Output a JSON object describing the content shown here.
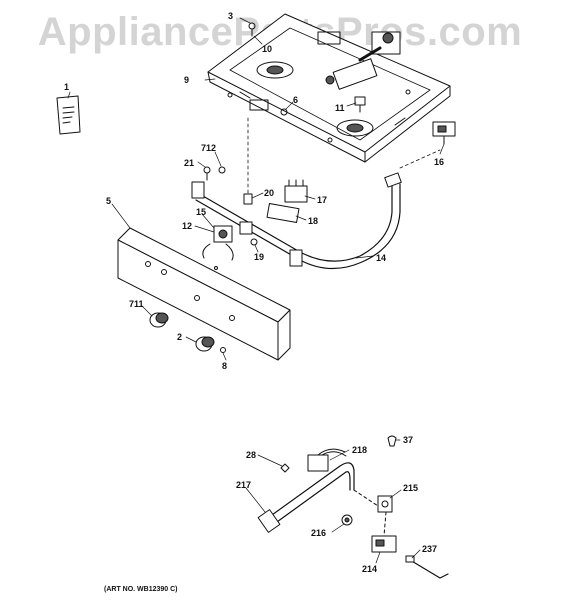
{
  "watermark": "AppliancePartsPros.com",
  "art_number": "(ART NO. WB12390 C)",
  "callouts": [
    "1",
    "3",
    "10",
    "9",
    "6",
    "11",
    "16",
    "712",
    "21",
    "20",
    "17",
    "5",
    "15",
    "18",
    "12",
    "19",
    "14",
    "711",
    "2",
    "8",
    "28",
    "218",
    "37",
    "217",
    "215",
    "216",
    "237",
    "214"
  ]
}
